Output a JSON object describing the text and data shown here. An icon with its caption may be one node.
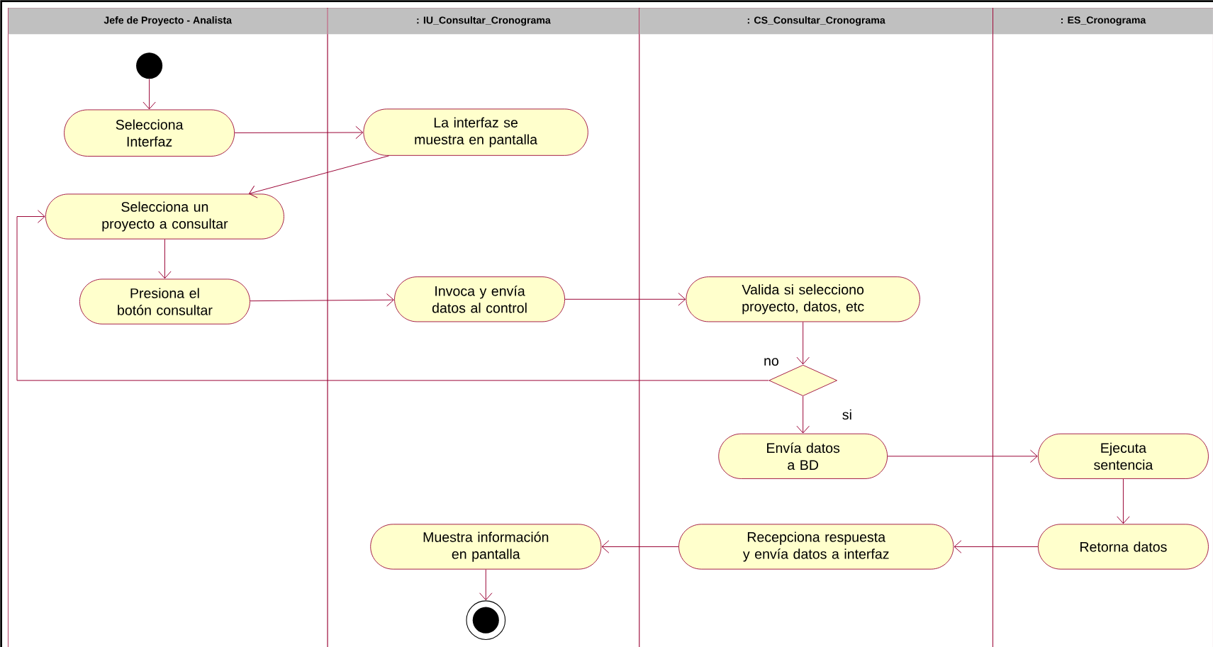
{
  "diagram": {
    "nodes": [
      {
        "text": [
          "Jefe de Proyecto - Analista"
        ]
      },
      {
        "text": [
          ": IU_Consultar_Cronograma"
        ]
      },
      {
        "text": [
          ": CS_Consultar_Cronograma"
        ]
      },
      {
        "text": [
          ": ES_Cronograma"
        ]
      },
      {
        "text": [],
        "shape": "circle",
        "in": 0
      },
      {
        "text": [
          "Selecciona Interfaz"
        ],
        "in": 0
      },
      {
        "text": [
          "La interfaz se muestra en pantalla"
        ],
        "in": 1
      },
      {
        "text": [
          "Selecciona un proyecto a consultar"
        ],
        "in": 0
      },
      {
        "text": [
          "Presiona el botón consultar"
        ],
        "in": 0
      },
      {
        "text": [
          "Invoca y envía datos al control"
        ],
        "in": 1
      },
      {
        "text": [
          "Valida si selecciono proyecto, datos, etc"
        ],
        "in": 2
      },
      {
        "text": [],
        "shape": "diamond",
        "in": 2
      },
      {
        "text": [
          "Envía datos a BD"
        ],
        "in": 2
      },
      {
        "text": [
          "Ejecuta sentencia"
        ],
        "in": 3
      },
      {
        "text": [
          "Retorna datos"
        ],
        "in": 3
      },
      {
        "text": [
          "Recepciona respuesta y envía datos a interfaz"
        ],
        "in": 2
      },
      {
        "text": [
          "Muestra información en pantalla"
        ],
        "in": 1
      },
      {
        "text": [],
        "shape": "circle",
        "in": 1
      }
    ],
    "edges": [
      {
        "from": 4,
        "to": 5,
        "arrow": "to"
      },
      {
        "from": 5,
        "to": 6,
        "arrow": "to"
      },
      {
        "from": 6,
        "to": 7,
        "arrow": "to"
      },
      {
        "from": 7,
        "to": 8,
        "arrow": "to"
      },
      {
        "from": 8,
        "to": 9,
        "arrow": "to"
      },
      {
        "from": 9,
        "to": 10,
        "arrow": "to"
      },
      {
        "from": 10,
        "to": 11,
        "arrow": "to"
      },
      {
        "from": 11,
        "to": 7,
        "arrow": "to",
        "label": "no"
      },
      {
        "from": 11,
        "to": 12,
        "arrow": "to",
        "label": "si"
      },
      {
        "from": 12,
        "to": 13,
        "arrow": "to"
      },
      {
        "from": 13,
        "to": 14,
        "arrow": "to"
      },
      {
        "from": 14,
        "to": 15,
        "arrow": "to"
      },
      {
        "from": 15,
        "to": 16,
        "arrow": "to"
      },
      {
        "from": 16,
        "to": 17,
        "arrow": "to"
      }
    ]
  }
}
